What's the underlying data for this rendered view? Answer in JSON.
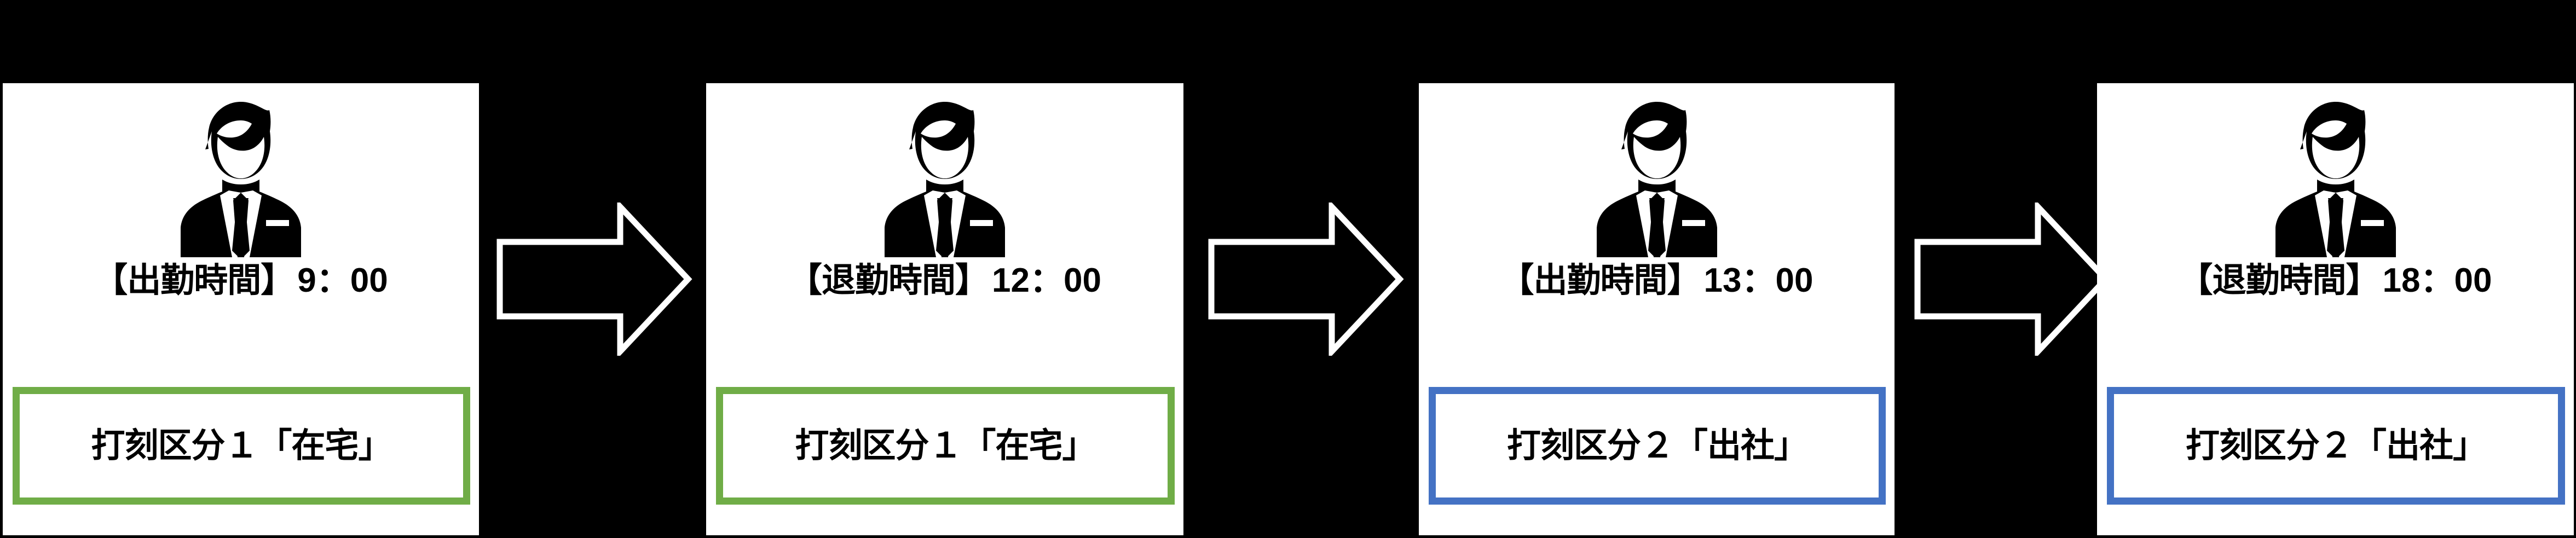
{
  "background_color": "#000000",
  "panel_background": "#ffffff",
  "colors": {
    "green_accent": "#70AD47",
    "blue_accent": "#4472C4",
    "text": "#000000",
    "arrow_outline": "#ffffff"
  },
  "flow": {
    "arrow_icon_name": "right-block-arrow",
    "arrow_count": 3,
    "direction": "left-to-right"
  },
  "panels": [
    {
      "index": 1,
      "avatar_icon_name": "businessman-avatar-icon",
      "time_label": "【出勤時間】",
      "time_value": "9：00",
      "category_text": "打刻区分１「在宅」",
      "category_color": "#70AD47",
      "category_color_name": "green"
    },
    {
      "index": 2,
      "avatar_icon_name": "businessman-avatar-icon",
      "time_label": "【退勤時間】",
      "time_value": "12：00",
      "category_text": "打刻区分１「在宅」",
      "category_color": "#70AD47",
      "category_color_name": "green"
    },
    {
      "index": 3,
      "avatar_icon_name": "businessman-avatar-icon",
      "time_label": "【出勤時間】",
      "time_value": "13：00",
      "category_text": "打刻区分２「出社」",
      "category_color": "#4472C4",
      "category_color_name": "blue"
    },
    {
      "index": 4,
      "avatar_icon_name": "businessman-avatar-icon",
      "time_label": "【退勤時間】",
      "time_value": "18：00",
      "category_text": "打刻区分２「出社」",
      "category_color": "#4472C4",
      "category_color_name": "blue"
    }
  ]
}
